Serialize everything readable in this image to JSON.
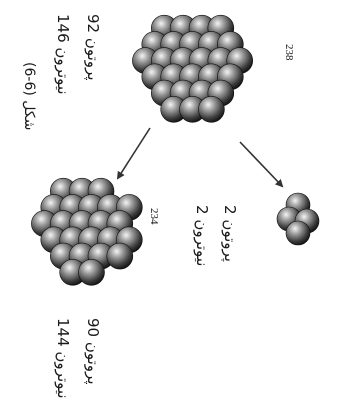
{
  "figure": {
    "caption": "شکل (6-6)",
    "parent": {
      "mass_number": "238",
      "protons_label": "92 پروتون",
      "neutrons_label": "146 نیوترون"
    },
    "alpha": {
      "protons_label": "2 پروتون",
      "neutrons_label": "2 نیوترون"
    },
    "daughter": {
      "mass_number": "234",
      "protons_label": "90 پروتون",
      "neutrons_label": "144 نیوترون"
    }
  }
}
